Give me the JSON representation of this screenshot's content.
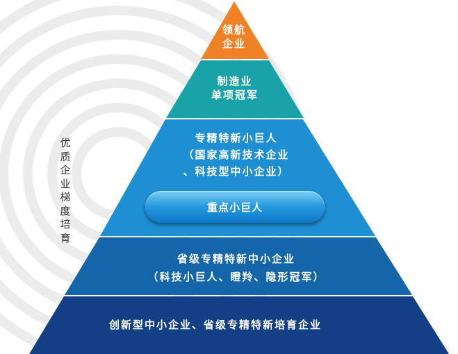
{
  "side_label": "优质企业梯度培育",
  "tiers": [
    {
      "lines": [
        "领航",
        "企业"
      ],
      "color": "#ef8126"
    },
    {
      "lines": [
        "制造业",
        "单项冠军"
      ],
      "color": "#19a3a8"
    },
    {
      "lines": [
        "专精特新小巨人",
        "（国家高新技术企业",
        "、科技型中小企业）"
      ],
      "color": "#1f8fd3"
    },
    {
      "lines": [
        "省级专精特新中小企业",
        "（科技小巨人、瞪羚、隐形冠军）"
      ],
      "color": "#1566a8"
    },
    {
      "lines": [
        "创新型中小企业、省级专精特新培育企业"
      ],
      "color": "#133f85"
    }
  ],
  "highlight_button": {
    "label": "重点小巨人"
  },
  "colors": {
    "ring": "#ececec",
    "background": "#ffffff"
  }
}
